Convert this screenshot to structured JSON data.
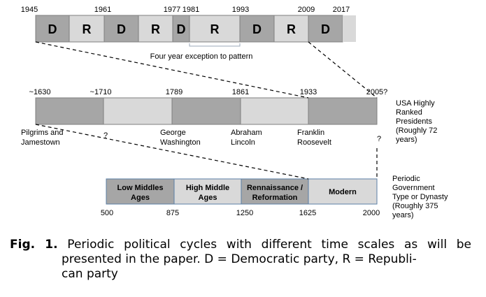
{
  "top_timeline": {
    "years": [
      "1945",
      "1961",
      "1977",
      "1981",
      "1993",
      "2009",
      "2017"
    ],
    "segments": [
      {
        "label": "D",
        "fill": "#a6a6a6"
      },
      {
        "label": "R",
        "fill": "#d9d9d9"
      },
      {
        "label": "D",
        "fill": "#a6a6a6"
      },
      {
        "label": "R",
        "fill": "#d9d9d9"
      },
      {
        "label": "D",
        "fill": "#a6a6a6"
      },
      {
        "label": "R",
        "fill": "#d9d9d9"
      },
      {
        "label": "D",
        "fill": "#a6a6a6"
      },
      {
        "label": "R",
        "fill": "#d9d9d9"
      },
      {
        "label": "D",
        "fill": "#a6a6a6"
      },
      {
        "label": "",
        "fill": "#d9d9d9"
      }
    ],
    "exception_note": "Four year exception to pattern"
  },
  "middle_timeline": {
    "years": [
      "~1630",
      "~1710",
      "1789",
      "1861",
      "1933",
      "2005?"
    ],
    "segments": [
      {
        "fill": "#a6a6a6"
      },
      {
        "fill": "#d9d9d9"
      },
      {
        "fill": "#a6a6a6"
      },
      {
        "fill": "#d9d9d9"
      },
      {
        "fill": "#a6a6a6"
      }
    ],
    "events": [
      {
        "lines": [
          "Pilgrims and",
          "Jamestown"
        ]
      },
      {
        "lines": [
          "George",
          "Washington"
        ]
      },
      {
        "lines": [
          "Abraham",
          "Lincoln"
        ]
      },
      {
        "lines": [
          "Franklin",
          "Roosevelt"
        ]
      }
    ],
    "side_label": [
      "USA Highly",
      "Ranked",
      "Presidents",
      "(Roughly 72",
      "years)"
    ],
    "question_marks": [
      "?",
      "?"
    ]
  },
  "bottom_timeline": {
    "years": [
      "500",
      "875",
      "1250",
      "1625",
      "2000"
    ],
    "segments": [
      {
        "lines": [
          "Low Middles",
          "Ages"
        ],
        "fill": "#a6a6a6"
      },
      {
        "lines": [
          "High Middle",
          "Ages"
        ],
        "fill": "#d9d9d9"
      },
      {
        "lines": [
          "Rennaissance /",
          "Reformation"
        ],
        "fill": "#a6a6a6"
      },
      {
        "lines": [
          "Modern"
        ],
        "fill": "#d9d9d9"
      }
    ],
    "side_label": [
      "Periodic",
      "Government",
      "Type or Dynasty",
      "(Roughly 375",
      "years)"
    ]
  },
  "caption": {
    "label": "Fig. 1.",
    "line1": "Periodic political cycles with different time scales as will be",
    "line2": "presented in the paper. D = Democratic party, R = Republi-",
    "line3": "can party"
  },
  "colors": {
    "dark": "#a6a6a6",
    "light": "#d9d9d9",
    "border": "#7f7f7f",
    "edge": "#5b7fa6"
  }
}
